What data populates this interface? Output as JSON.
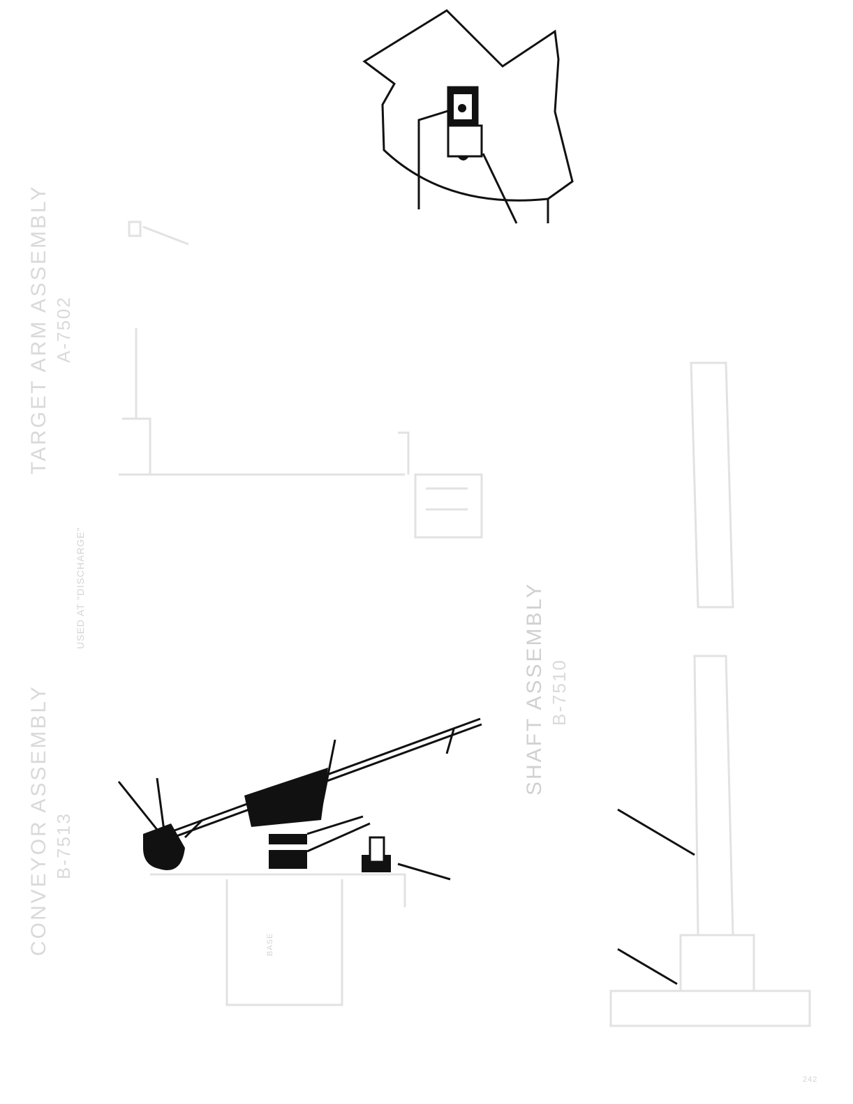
{
  "titles": {
    "target_arm": "TARGET ARM ASSEMBLY",
    "target_arm_no": "A-7502",
    "used_at": "USED AT \"DISCHARGE\"",
    "conveyor": "CONVEYOR ASSEMBLY",
    "conveyor_no": "B-7513",
    "shaft": "SHAFT ASSEMBLY",
    "shaft_no": "B-7510"
  },
  "labels": {
    "base": "BASE",
    "page": "242"
  },
  "colors": {
    "ink": "#111111",
    "faded": "#dcdcdc"
  }
}
